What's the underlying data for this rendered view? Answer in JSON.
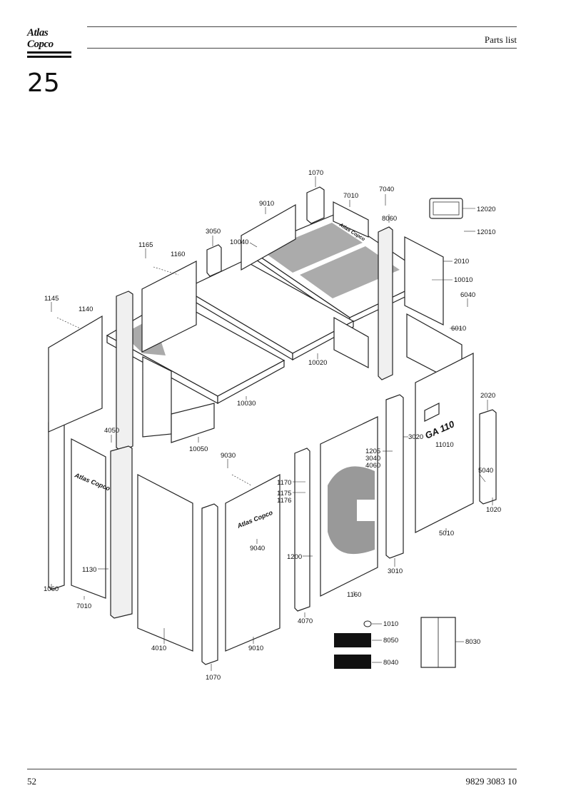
{
  "header": {
    "brand": "Atlas Copco",
    "title": "Parts list"
  },
  "section_number": "25",
  "footer": {
    "page_number": "52",
    "document_number": "9829 3083 10"
  },
  "drawing": {
    "logos": [
      "Atlas Copco",
      "Atlas Copco",
      "Atlas Copco"
    ],
    "model_label": "GA 110",
    "callouts": [
      "1070",
      "7010",
      "7040",
      "12020",
      "9010",
      "8060",
      "12010",
      "3050",
      "10040",
      "1165",
      "1160",
      "2010",
      "10010",
      "6040",
      "1145",
      "1140",
      "6010",
      "10020",
      "10030",
      "2020",
      "4050",
      "3020",
      "1205",
      "3040",
      "4060",
      "11010",
      "9030",
      "10050",
      "1170",
      "1175",
      "1176",
      "5040",
      "1020",
      "5010",
      "9040",
      "1200",
      "1130",
      "3010",
      "1060",
      "7010",
      "1160",
      "4070",
      "1010",
      "8050",
      "8030",
      "4010",
      "9010",
      "8040",
      "1070"
    ]
  }
}
